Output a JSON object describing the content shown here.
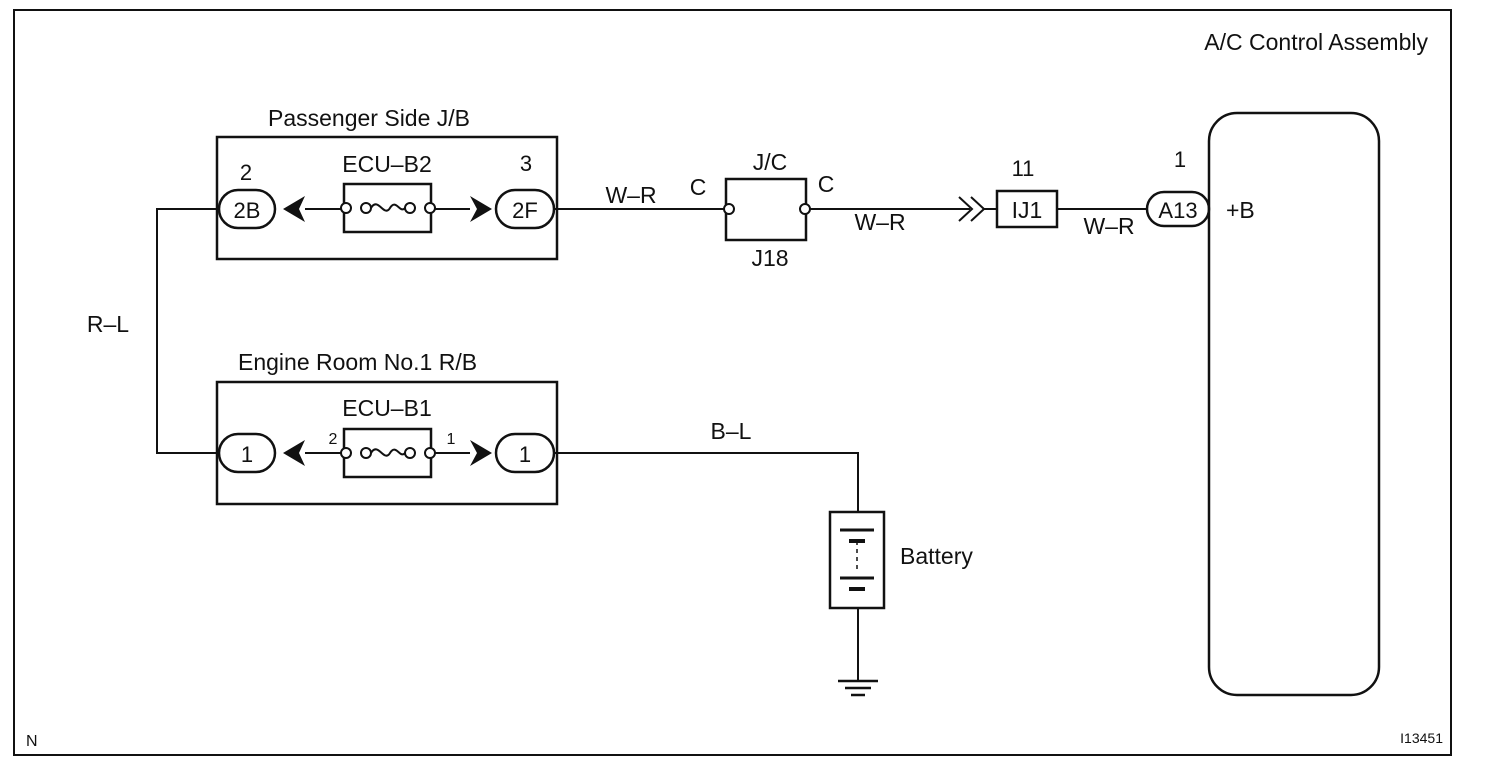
{
  "page": {
    "corner_letter": "N",
    "figure_id": "I13451"
  },
  "ac_control": {
    "title": "A/C Control Assembly",
    "pin_number": "1",
    "connector": "A13",
    "terminal": "+B"
  },
  "passenger_jb": {
    "title": "Passenger Side J/B",
    "fuse": "ECU–B2",
    "left_pin": "2",
    "left_connector": "2B",
    "right_pin": "3",
    "right_connector": "2F"
  },
  "engine_rb": {
    "title": "Engine Room No.1 R/B",
    "fuse": "ECU–B1",
    "left_connector": "1",
    "right_connector": "1",
    "fuse_pin_left": "2",
    "fuse_pin_right": "1"
  },
  "junction": {
    "name": "J/C",
    "id": "J18",
    "left_pin": "C",
    "right_pin": "C"
  },
  "inline_connector": {
    "pin_number": "11",
    "name": "IJ1"
  },
  "wires": {
    "jb_to_jc": "W–R",
    "jc_to_ij1": "W–R",
    "ij1_to_a13": "W–R",
    "jb_to_rb": "R–L",
    "rb_to_battery": "B–L"
  },
  "battery": {
    "label": "Battery"
  }
}
